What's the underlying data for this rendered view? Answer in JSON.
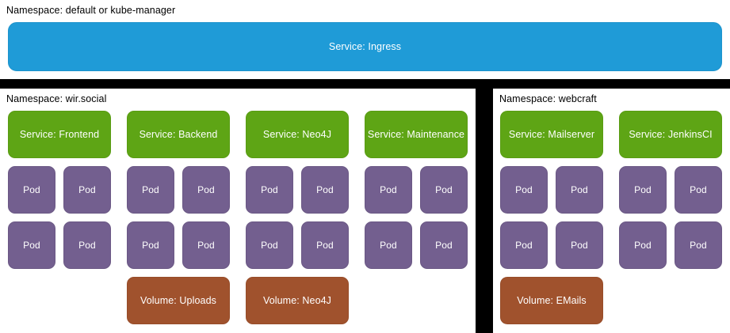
{
  "palette": {
    "background": "#000000",
    "panel": "#ffffff",
    "ingress": "#1f9bd7",
    "service": "#5ea515",
    "pod": "#735f8f",
    "volume": "#a0522d",
    "label_text": "#000000",
    "node_text": "#ffffff"
  },
  "namespaces": [
    {
      "id": "default-kube-manager",
      "label": "Namespace: default or kube-manager",
      "ingress": {
        "label": "Service: Ingress"
      },
      "columns": []
    },
    {
      "id": "wir-social",
      "label": "Namespace: wir.social",
      "columns": [
        {
          "service": "Service: Frontend",
          "pods": [
            "Pod",
            "Pod",
            "Pod",
            "Pod"
          ],
          "volume": null
        },
        {
          "service": "Service: Backend",
          "pods": [
            "Pod",
            "Pod",
            "Pod",
            "Pod"
          ],
          "volume": "Volume: Uploads"
        },
        {
          "service": "Service: Neo4J",
          "pods": [
            "Pod",
            "Pod",
            "Pod",
            "Pod"
          ],
          "volume": "Volume: Neo4J"
        },
        {
          "service": "Service: Maintenance",
          "pods": [
            "Pod",
            "Pod",
            "Pod",
            "Pod"
          ],
          "volume": null
        }
      ]
    },
    {
      "id": "webcraft",
      "label": "Namespace: webcraft",
      "columns": [
        {
          "service": "Service: Mailserver",
          "pods": [
            "Pod",
            "Pod",
            "Pod",
            "Pod"
          ],
          "volume": "Volume: EMails"
        },
        {
          "service": "Service: JenkinsCI",
          "pods": [
            "Pod",
            "Pod",
            "Pod",
            "Pod"
          ],
          "volume": null
        }
      ]
    }
  ]
}
